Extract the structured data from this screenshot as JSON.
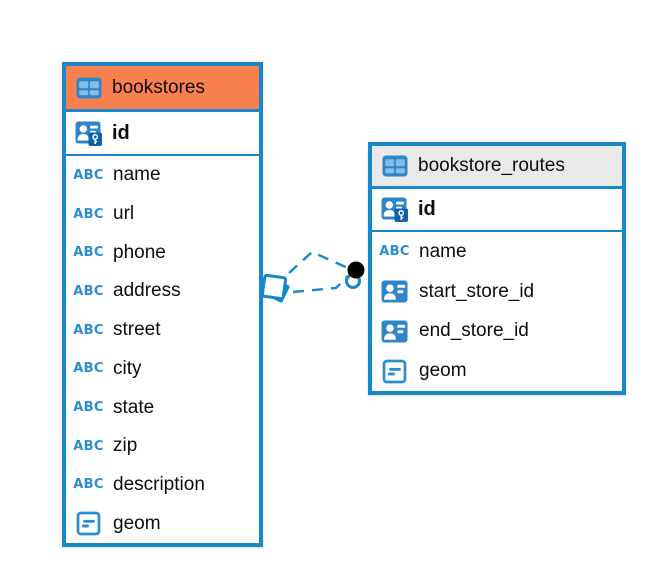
{
  "diagram": {
    "kind": "entity-relationship-diagram",
    "colors": {
      "table_border": "#1789CB",
      "bookstores_header_bg": "#F8804E",
      "routes_header_bg": "#E9E9E9",
      "icon_blue": "#2E86C9",
      "icon_text_blue": "#2B8CD2",
      "relationship_line": "#1789CB",
      "relationship_dot": "#000000"
    },
    "tables": [
      {
        "name": "bookstores",
        "columns": [
          {
            "name": "id",
            "icon": "primary-key"
          },
          {
            "name": "name",
            "icon": "text"
          },
          {
            "name": "url",
            "icon": "text"
          },
          {
            "name": "phone",
            "icon": "text"
          },
          {
            "name": "address",
            "icon": "text"
          },
          {
            "name": "street",
            "icon": "text"
          },
          {
            "name": "city",
            "icon": "text"
          },
          {
            "name": "state",
            "icon": "text"
          },
          {
            "name": "zip",
            "icon": "text"
          },
          {
            "name": "description",
            "icon": "text"
          },
          {
            "name": "geom",
            "icon": "geometry"
          }
        ]
      },
      {
        "name": "bookstore_routes",
        "columns": [
          {
            "name": "id",
            "icon": "primary-key"
          },
          {
            "name": "name",
            "icon": "text"
          },
          {
            "name": "start_store_id",
            "icon": "foreign-key"
          },
          {
            "name": "end_store_id",
            "icon": "foreign-key"
          },
          {
            "name": "geom",
            "icon": "geometry"
          }
        ]
      }
    ],
    "relationship": {
      "from_table": "bookstores",
      "to_table": "bookstore_routes",
      "style": "dashed",
      "line_count": 2
    },
    "icon_names": {
      "table": "table-icon",
      "primary_key": "primary-key-icon",
      "foreign_key": "foreign-key-icon",
      "text": "text-type-icon",
      "geometry": "geometry-type-icon"
    }
  }
}
